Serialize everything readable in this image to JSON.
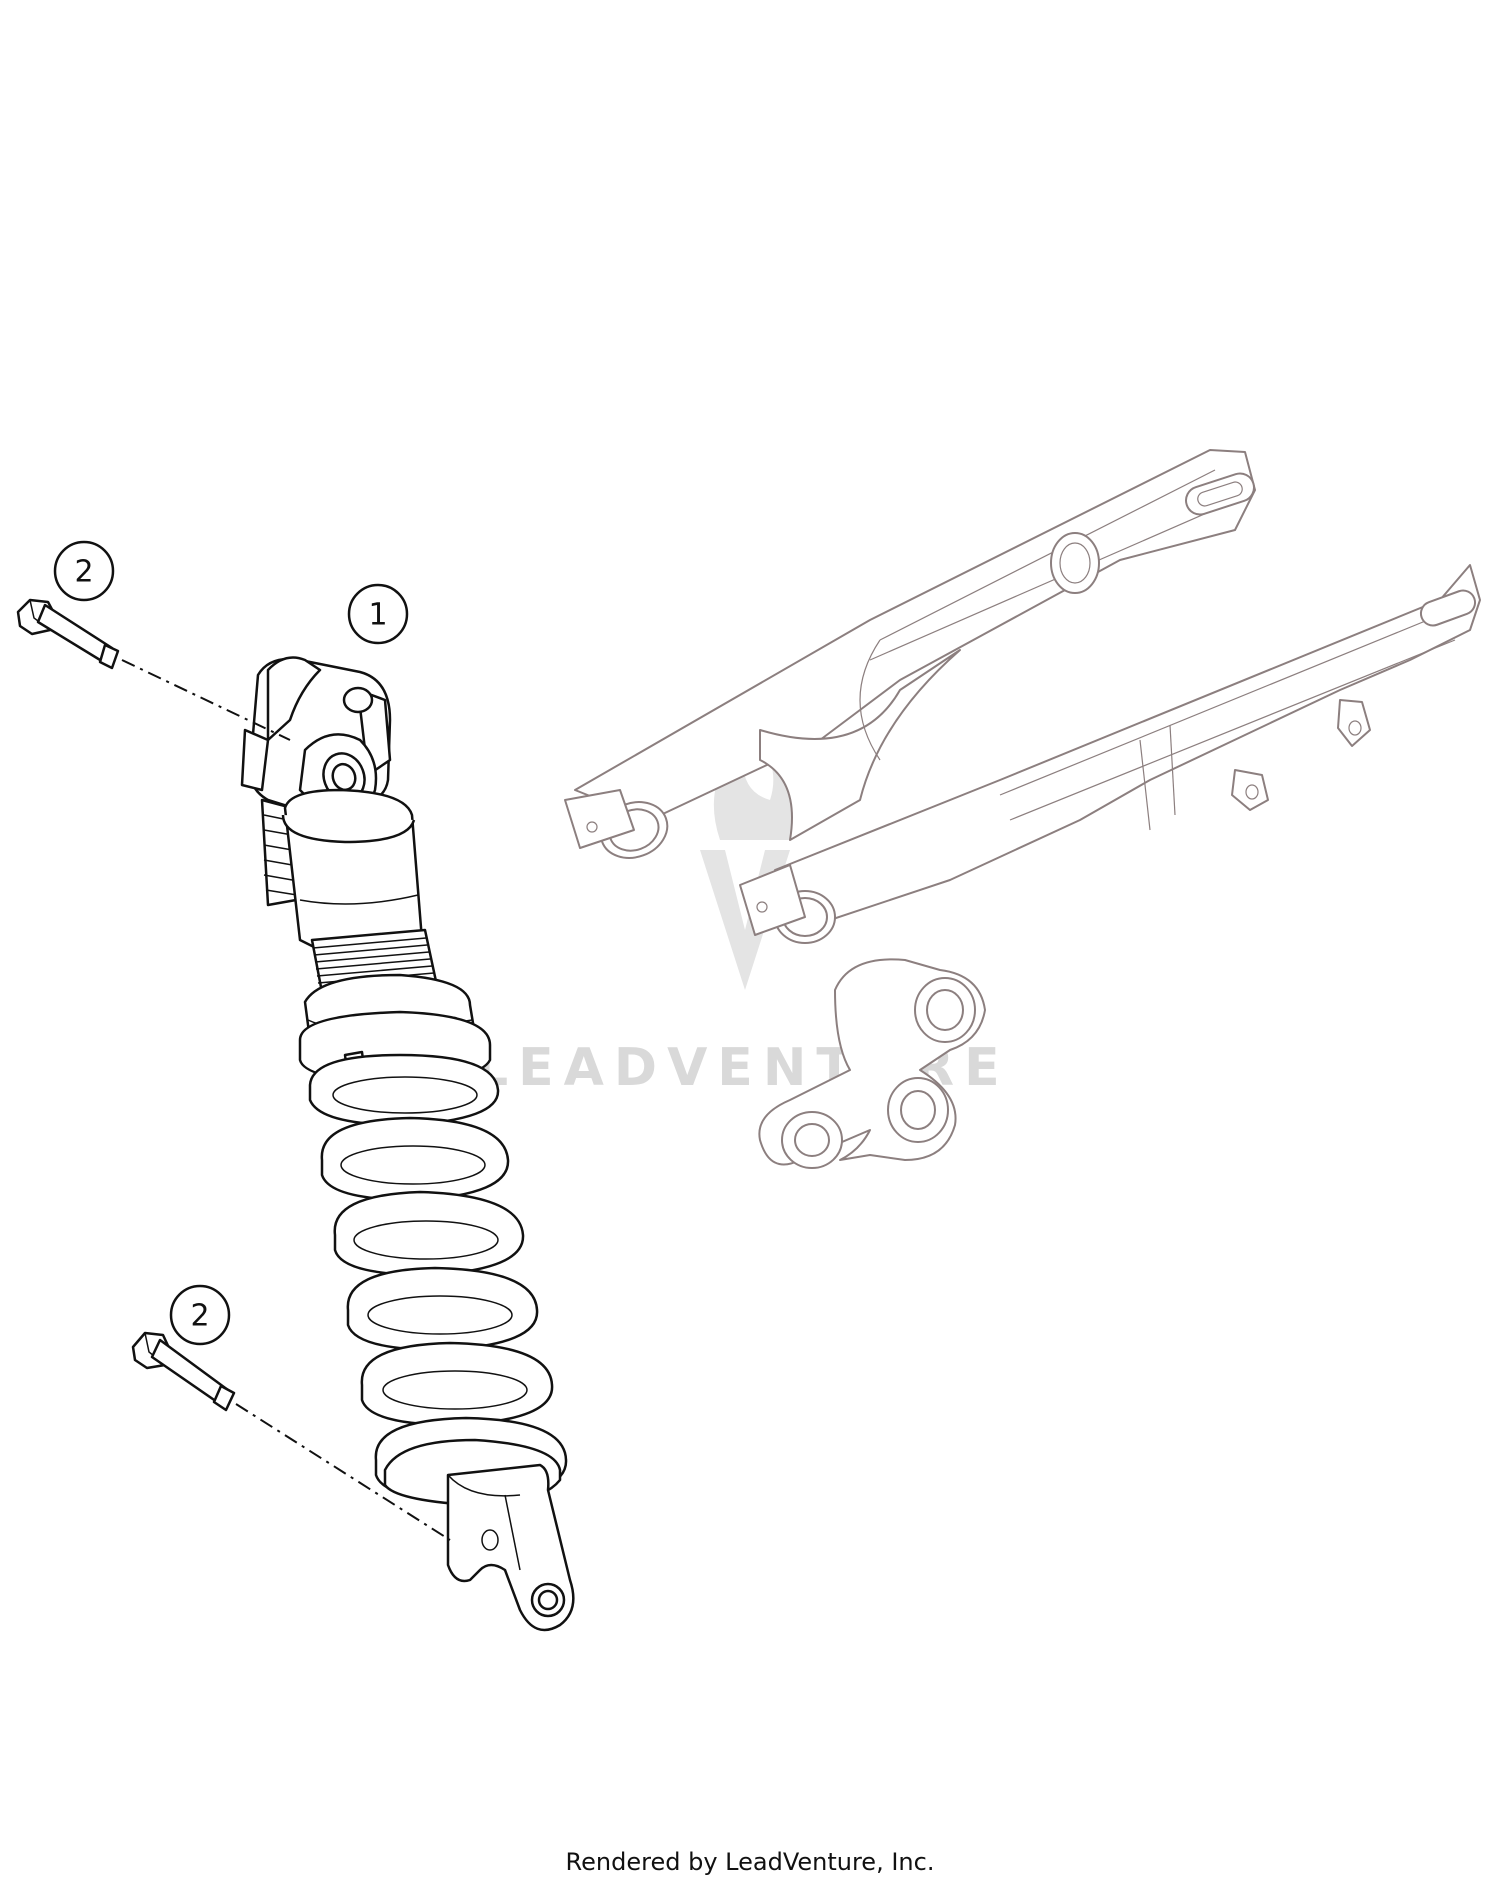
{
  "callouts": [
    {
      "id": "c1",
      "label": "1"
    },
    {
      "id": "c2a",
      "label": "2"
    },
    {
      "id": "c2b",
      "label": "2"
    }
  ],
  "watermark": "LEADVENTURE",
  "footer": "Rendered by LeadVenture, Inc."
}
